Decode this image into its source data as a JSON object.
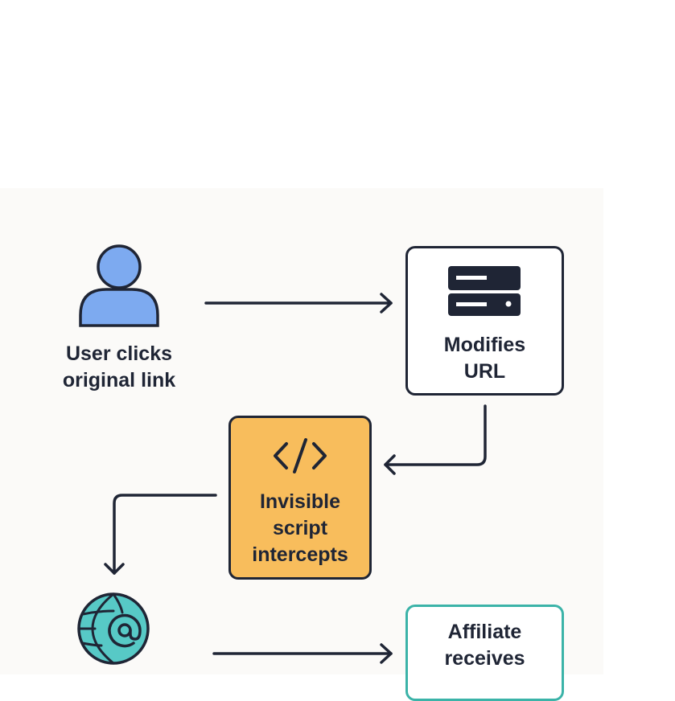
{
  "diagram": {
    "nodes": {
      "user": {
        "icon": "user-icon",
        "label_lines": [
          "User clicks",
          "original link"
        ]
      },
      "server": {
        "icon": "server-icon",
        "label_lines": [
          "Modifies",
          "URL"
        ]
      },
      "script": {
        "icon": "code-icon",
        "label_lines": [
          "Invisible",
          "script",
          "intercepts"
        ]
      },
      "web": {
        "icon": "globe-at-icon"
      },
      "affiliate": {
        "label_lines": [
          "Affiliate",
          "receives"
        ]
      }
    },
    "colors": {
      "ink": "#1f2535",
      "user_fill": "#7daaf0",
      "script_fill": "#f8bd5c",
      "globe_fill": "#57c9c6",
      "affiliate_border": "#3bb3a8",
      "panel_bg": "#fbfaf8"
    }
  }
}
